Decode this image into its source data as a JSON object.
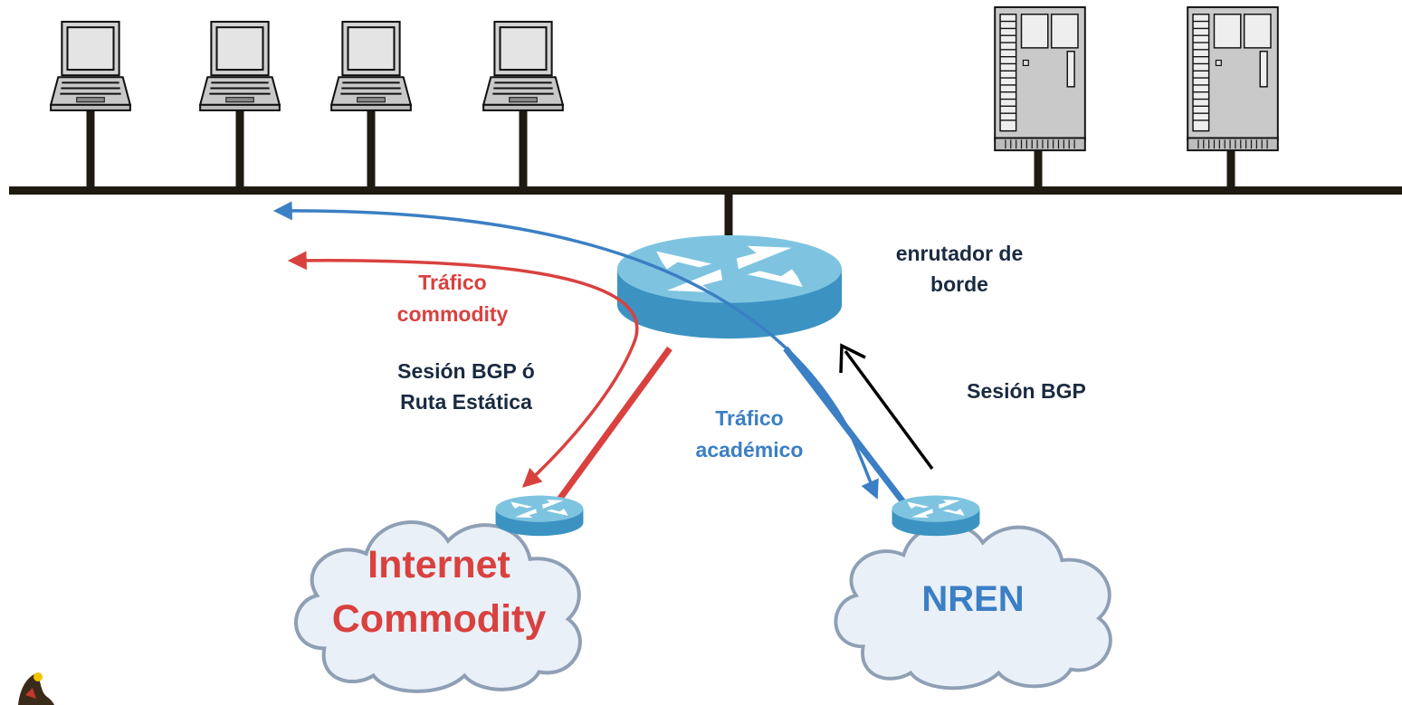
{
  "labels": {
    "edge_router": [
      "enrutador de",
      "borde"
    ],
    "commodity_traffic": [
      "Tráfico",
      "commodity"
    ],
    "bgp_or_static": [
      "Sesión BGP ó",
      "Ruta Estática"
    ],
    "bgp_session": "Sesión BGP",
    "academic_traffic": [
      "Tráfico",
      "académico"
    ],
    "internet_cloud": [
      "Internet",
      "Commodity"
    ],
    "nren_cloud": "NREN"
  },
  "colors": {
    "commodity": "#d9413f",
    "academic": "#3b7fc4",
    "text_dark": "#1a2a40",
    "bus": "#1e1a12",
    "router_top": "#7ec4e0",
    "router_side": "#3c93c2",
    "cloud_fill": "#eaf0f8",
    "cloud_stroke": "#8f9fb4"
  },
  "icons": {
    "workstations": [
      "laptop-icon",
      "laptop-icon",
      "laptop-icon",
      "laptop-icon"
    ],
    "servers": [
      "server-icon",
      "server-icon"
    ],
    "routers": [
      "router-icon",
      "router-icon",
      "router-icon"
    ],
    "clouds": [
      "cloud-icon",
      "cloud-icon"
    ]
  }
}
